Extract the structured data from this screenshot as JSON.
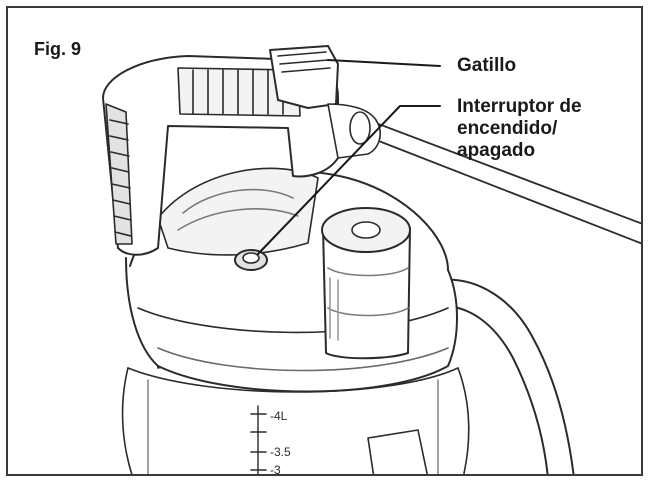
{
  "figure": {
    "label": "Fig. 9"
  },
  "callouts": {
    "trigger": {
      "text": "Gatillo"
    },
    "power_switch": {
      "lines": [
        "Interruptor de",
        "encendido/",
        "apagado"
      ]
    }
  },
  "scale_markings": {
    "ltr1": "-4L",
    "ltr2": "-3.5",
    "ltr3": "-3"
  },
  "colors": {
    "line": "#2b2b2b",
    "background": "#ffffff",
    "light_fill": "#f3f3f3",
    "mid_fill": "#e2e2e2"
  }
}
